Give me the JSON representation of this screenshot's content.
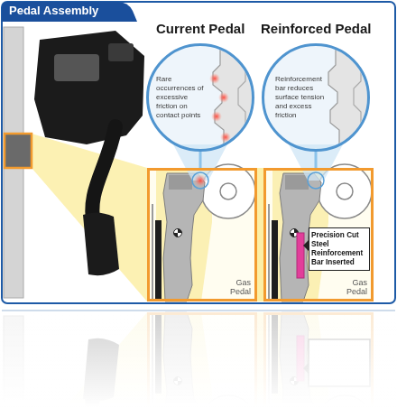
{
  "diagram": {
    "title": "Pedal Assembly",
    "nodes": [
      {
        "text": [
          "Rare occurrences of excessive friction on contact points"
        ]
      },
      {
        "text": [
          "Reinforcement bar reduces surface tension and excess friction"
        ]
      },
      {
        "text": [
          "Gas Pedal"
        ]
      },
      {
        "text": [
          "Gas Pedal"
        ]
      },
      {
        "text": [
          "Precision Cut Steel Reinforcement Bar Inserted"
        ],
        "in": 3
      }
    ],
    "edges": [
      {
        "from": 0,
        "to": 2,
        "arrow": "none"
      },
      {
        "from": 1,
        "to": 3,
        "arrow": "none"
      }
    ],
    "labels": [
      "Current Pedal",
      "Reinforced Pedal"
    ]
  }
}
